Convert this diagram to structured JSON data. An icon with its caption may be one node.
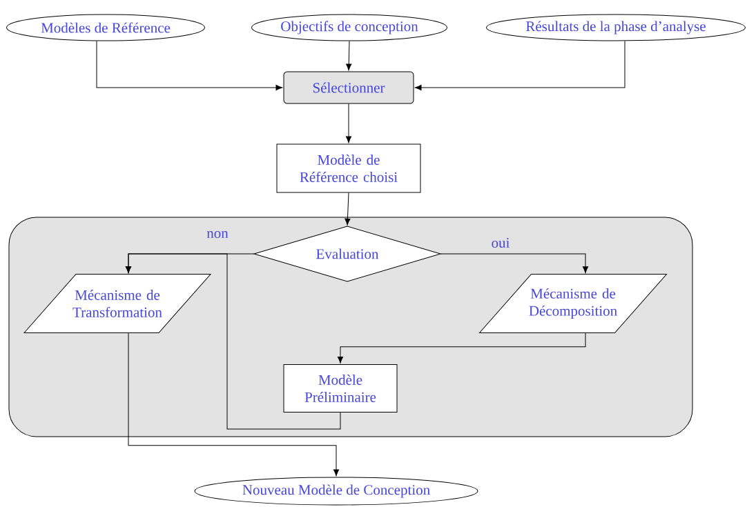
{
  "diagram": {
    "nodes": [
      {
        "text": [
          "Modèles de Référence"
        ]
      },
      {
        "text": [
          "Objectifs de conception"
        ]
      },
      {
        "text": [
          "Résultats de la phase d’analyse"
        ]
      },
      {
        "text": [
          "Sélectionner"
        ]
      },
      {
        "text": [
          "Modèle de Référence choisi"
        ]
      },
      {
        "text": [],
        "shape": "box"
      },
      {
        "text": [
          "Evaluation"
        ],
        "in": 5
      },
      {
        "text": [
          "Mécanisme de Transformation"
        ],
        "in": 5
      },
      {
        "text": [
          "Mécanisme de Décomposition"
        ],
        "in": 5
      },
      {
        "text": [
          "Modèle Préliminaire"
        ],
        "in": 5
      },
      {
        "text": [
          "Nouveau Modèle de Conception"
        ]
      }
    ],
    "edges": [
      {
        "from": 0,
        "to": 3,
        "arrow": "to"
      },
      {
        "from": 1,
        "to": 3,
        "arrow": "to"
      },
      {
        "from": 2,
        "to": 3,
        "arrow": "to"
      },
      {
        "from": 3,
        "to": 4,
        "arrow": "to"
      },
      {
        "from": 4,
        "to": 6,
        "arrow": "to"
      },
      {
        "from": 6,
        "to": 7,
        "arrow": "to",
        "label": "non"
      },
      {
        "from": 6,
        "to": 8,
        "arrow": "to",
        "label": "oui"
      },
      {
        "from": 8,
        "to": 9,
        "arrow": "to"
      },
      {
        "from": 9,
        "to": 7,
        "arrow": "to"
      },
      {
        "from": 7,
        "to": 10,
        "arrow": "to"
      }
    ]
  }
}
